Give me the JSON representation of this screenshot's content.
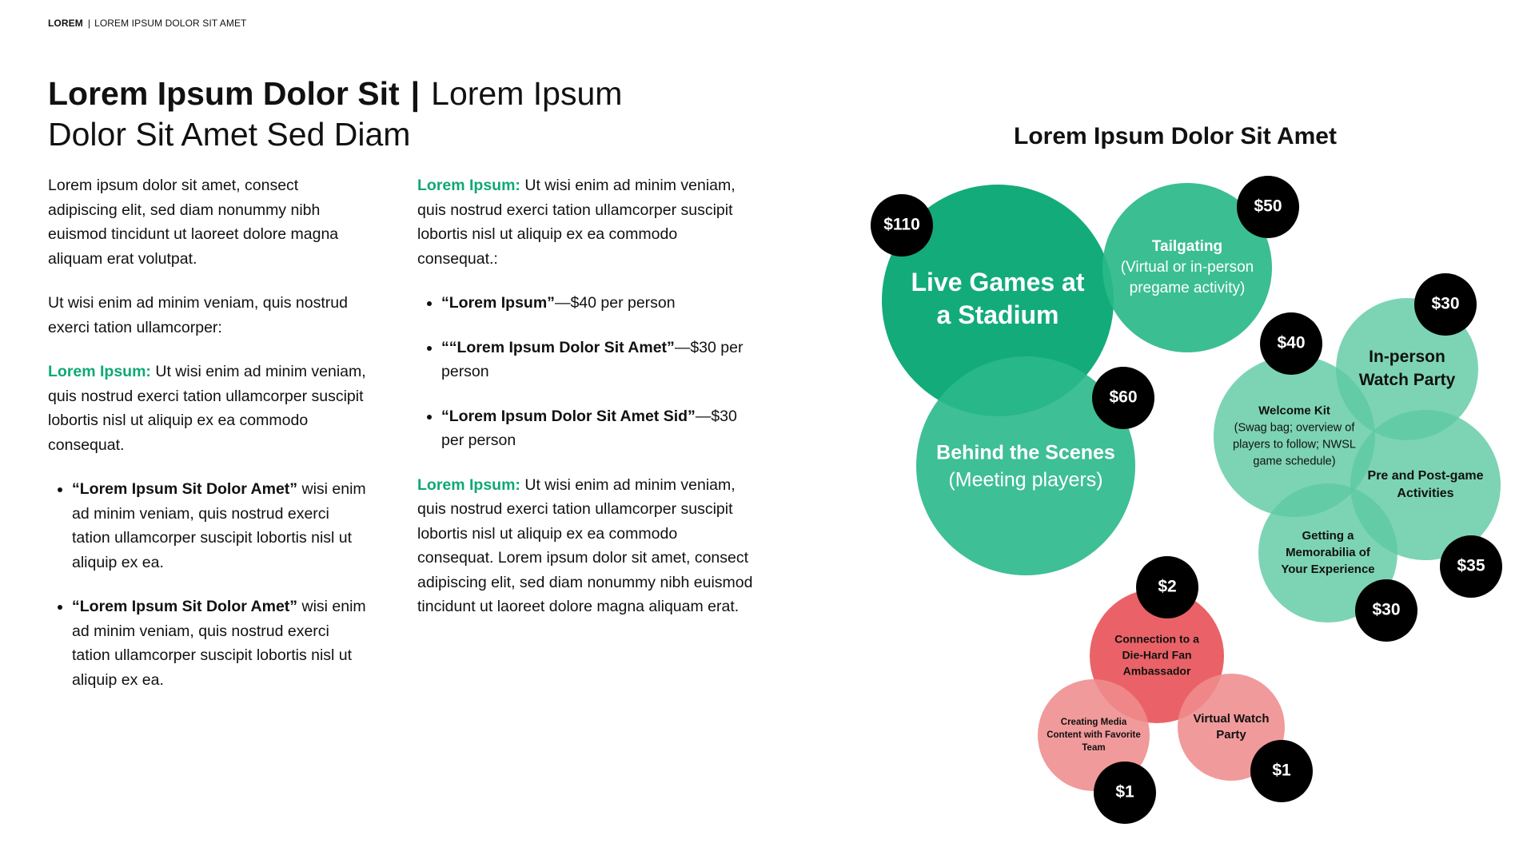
{
  "header": {
    "brand": "LOREM",
    "separator": "|",
    "subtitle": "LOREM IPSUM DOLOR SIT AMET"
  },
  "headline": {
    "bold": "Lorem Ipsum Dolor Sit",
    "bar": "|",
    "regular_line1": "Lorem Ipsum",
    "regular_line2": "Dolor Sit Amet Sed Diam"
  },
  "left_column": {
    "p1": "Lorem ipsum dolor sit amet, consect adipiscing elit, sed diam nonummy nibh euismod tincidunt ut laoreet dolore magna aliquam erat volutpat.",
    "p2": "Ut wisi enim ad minim veniam, quis nostrud exerci tation ullamcorper:",
    "p3_lead": "Lorem Ipsum:",
    "p3_text": " Ut wisi enim ad minim veniam, quis nostrud exerci tation ullamcorper suscipit lobortis nisl ut aliquip ex ea commodo consequat.",
    "bullets": [
      {
        "bold": "“Lorem Ipsum Sit Dolor Amet”",
        "text": " wisi enim ad minim veniam, quis nostrud exerci tation ullamcorper suscipit lobortis nisl ut aliquip ex ea."
      },
      {
        "bold": "“Lorem Ipsum Sit Dolor Amet”",
        "text": " wisi enim ad minim veniam, quis nostrud exerci tation ullamcorper suscipit lobortis nisl ut aliquip ex ea."
      }
    ]
  },
  "middle_column": {
    "p1_lead": "Lorem Ipsum:",
    "p1_text": " Ut wisi enim ad minim veniam, quis nostrud exerci tation ullamcorper suscipit lobortis nisl ut aliquip ex ea commodo consequat.:",
    "bullets": [
      {
        "bold": "“Lorem Ipsum”",
        "text": "—$40 per person"
      },
      {
        "bold": "““Lorem Ipsum Dolor Sit Amet”",
        "text": "—$30 per person"
      },
      {
        "bold": "“Lorem Ipsum Dolor Sit Amet Sid”",
        "text": "—$30 per person"
      }
    ],
    "p2_lead": "Lorem Ipsum:",
    "p2_text": " Ut wisi enim ad minim veniam, quis nostrud exerci tation ullamcorper suscipit lobortis nisl ut aliquip ex ea commodo consequat. Lorem ipsum dolor sit amet, consect adipiscing elit, sed diam nonummy nibh euismod tincidunt ut laoreet dolore magna aliquam erat."
  },
  "diagram": {
    "title": "Lorem Ipsum Dolor Sit Amet",
    "colors": {
      "green_dark": "#0aa876",
      "green_mid": "#2ab889",
      "green_light": "#5cc9a3",
      "red_mid": "#e74c52",
      "red_light": "#ef8c8d",
      "badge": "#000000",
      "white": "#ffffff"
    },
    "bubbles": [
      {
        "id": "live-games",
        "lines": [
          "Live Games at",
          "a Stadium"
        ],
        "price": "$110"
      },
      {
        "id": "tailgating",
        "lines": [
          "Tailgating",
          "(Virtual or in-person",
          "pregame activity)"
        ],
        "price": "$50"
      },
      {
        "id": "behind-scenes",
        "lines": [
          "Behind the Scenes",
          "(Meeting players)"
        ],
        "price": "$60"
      },
      {
        "id": "watch-party",
        "lines": [
          "In-person",
          "Watch Party"
        ],
        "price": "$30"
      },
      {
        "id": "welcome-kit",
        "lines": [
          "Welcome Kit",
          "(Swag bag; overview of",
          "players to follow; NWSL",
          "game schedule)"
        ],
        "price": "$40"
      },
      {
        "id": "pre-post-game",
        "lines": [
          "Pre and Post-game",
          "Activities"
        ],
        "price": "$35"
      },
      {
        "id": "memorabilia",
        "lines": [
          "Getting a",
          "Memorabilia of",
          "Your Experience"
        ],
        "price": "$30"
      },
      {
        "id": "ambassador",
        "lines": [
          "Connection to a",
          "Die-Hard Fan",
          "Ambassador"
        ],
        "price": "$2"
      },
      {
        "id": "media-content",
        "lines": [
          "Creating Media",
          "Content with Favorite",
          "Team"
        ],
        "price": "$1"
      },
      {
        "id": "virtual-watch",
        "lines": [
          "Virtual Watch",
          "Party"
        ],
        "price": "$1"
      }
    ]
  }
}
